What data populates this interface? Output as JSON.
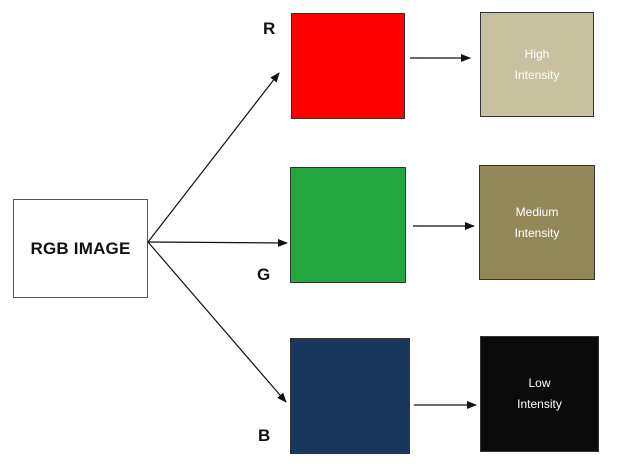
{
  "source": {
    "label": "RGB IMAGE"
  },
  "channels": [
    {
      "letter": "R",
      "color": "#ff0000",
      "result": {
        "line1": "High",
        "line2": "Intensity",
        "color": "#c8c1a0",
        "text_color": "#ffffff"
      }
    },
    {
      "letter": "G",
      "color": "#22a83e",
      "result": {
        "line1": "Medium",
        "line2": "Intensity",
        "color": "#948858",
        "text_color": "#ffffff"
      }
    },
    {
      "letter": "B",
      "color": "#1a365d",
      "result": {
        "line1": "Low",
        "line2": "Intensity",
        "color": "#0b0b0b",
        "text_color": "#ffffff"
      }
    }
  ],
  "line_color": "#111111"
}
